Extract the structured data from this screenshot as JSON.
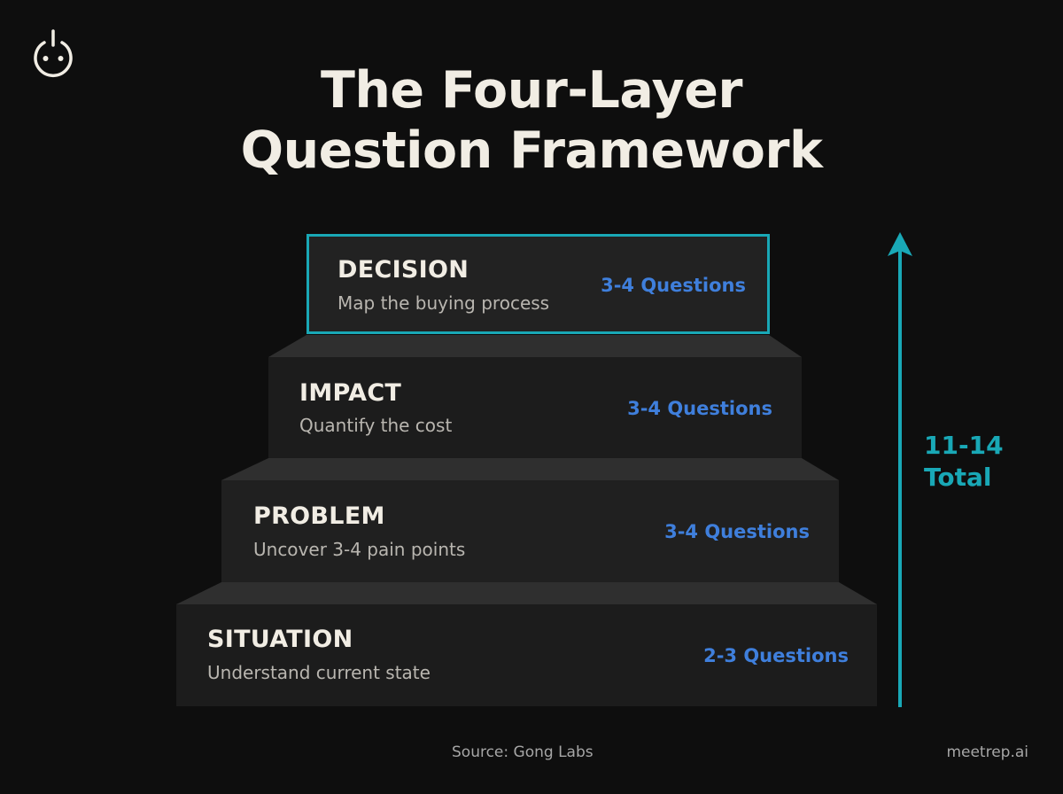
{
  "header": {
    "logo_icon": "power-face-icon",
    "title_line1": "The Four-Layer",
    "title_line2": "Question Framework"
  },
  "layers": [
    {
      "name": "DECISION",
      "description": "Map the buying process",
      "count": "3-4 Questions",
      "highlighted": true
    },
    {
      "name": "IMPACT",
      "description": "Quantify the cost",
      "count": "3-4 Questions",
      "highlighted": false
    },
    {
      "name": "PROBLEM",
      "description": "Uncover 3-4 pain points",
      "count": "3-4 Questions",
      "highlighted": false
    },
    {
      "name": "SITUATION",
      "description": "Understand current state",
      "count": "2-3 Questions",
      "highlighted": false
    }
  ],
  "total": {
    "range": "11-14",
    "label": "Total",
    "arrow_icon": "up-arrow-icon"
  },
  "footer": {
    "source": "Source: Gong Labs",
    "brand": "meetrep.ai"
  },
  "colors": {
    "background": "#0e0e0e",
    "accent_teal": "#19a8b6",
    "count_blue": "#3f7fdc",
    "title_cream": "#f1ede4"
  }
}
